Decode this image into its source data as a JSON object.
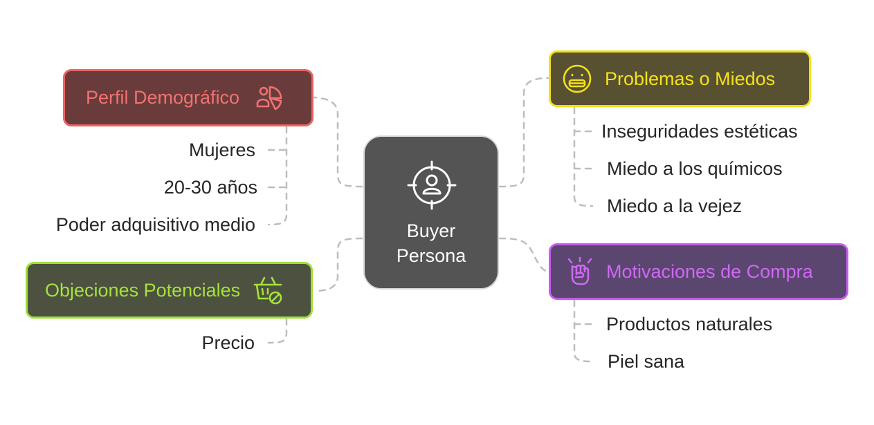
{
  "center": {
    "label_line1": "Buyer",
    "label_line2": "Persona",
    "icon": "target-user-icon"
  },
  "branches": {
    "perfil": {
      "label": "Perfil Demográfico",
      "icon": "pie-chart-user-icon",
      "color": "#ee6363",
      "fill": "#6a3b3b",
      "items": [
        "Mujeres",
        "20-30 años",
        "Poder adquisitivo medio"
      ]
    },
    "objeciones": {
      "label": "Objeciones Potenciales",
      "icon": "basket-blocked-icon",
      "color": "#9fe034",
      "fill": "#4c5140",
      "items": [
        "Precio"
      ]
    },
    "problemas": {
      "label": "Problemas o Miedos",
      "icon": "grimace-face-icon",
      "color": "#f0e01a",
      "fill": "#575132",
      "items": [
        "Inseguridades estéticas",
        "Miedo a los químicos",
        "Miedo a la vejez"
      ]
    },
    "motivaciones": {
      "label": "Motivaciones de Compra",
      "icon": "raised-fist-icon",
      "color": "#c85cf0",
      "fill": "#5b4670",
      "items": [
        "Productos naturales",
        "Piel sana"
      ]
    }
  }
}
